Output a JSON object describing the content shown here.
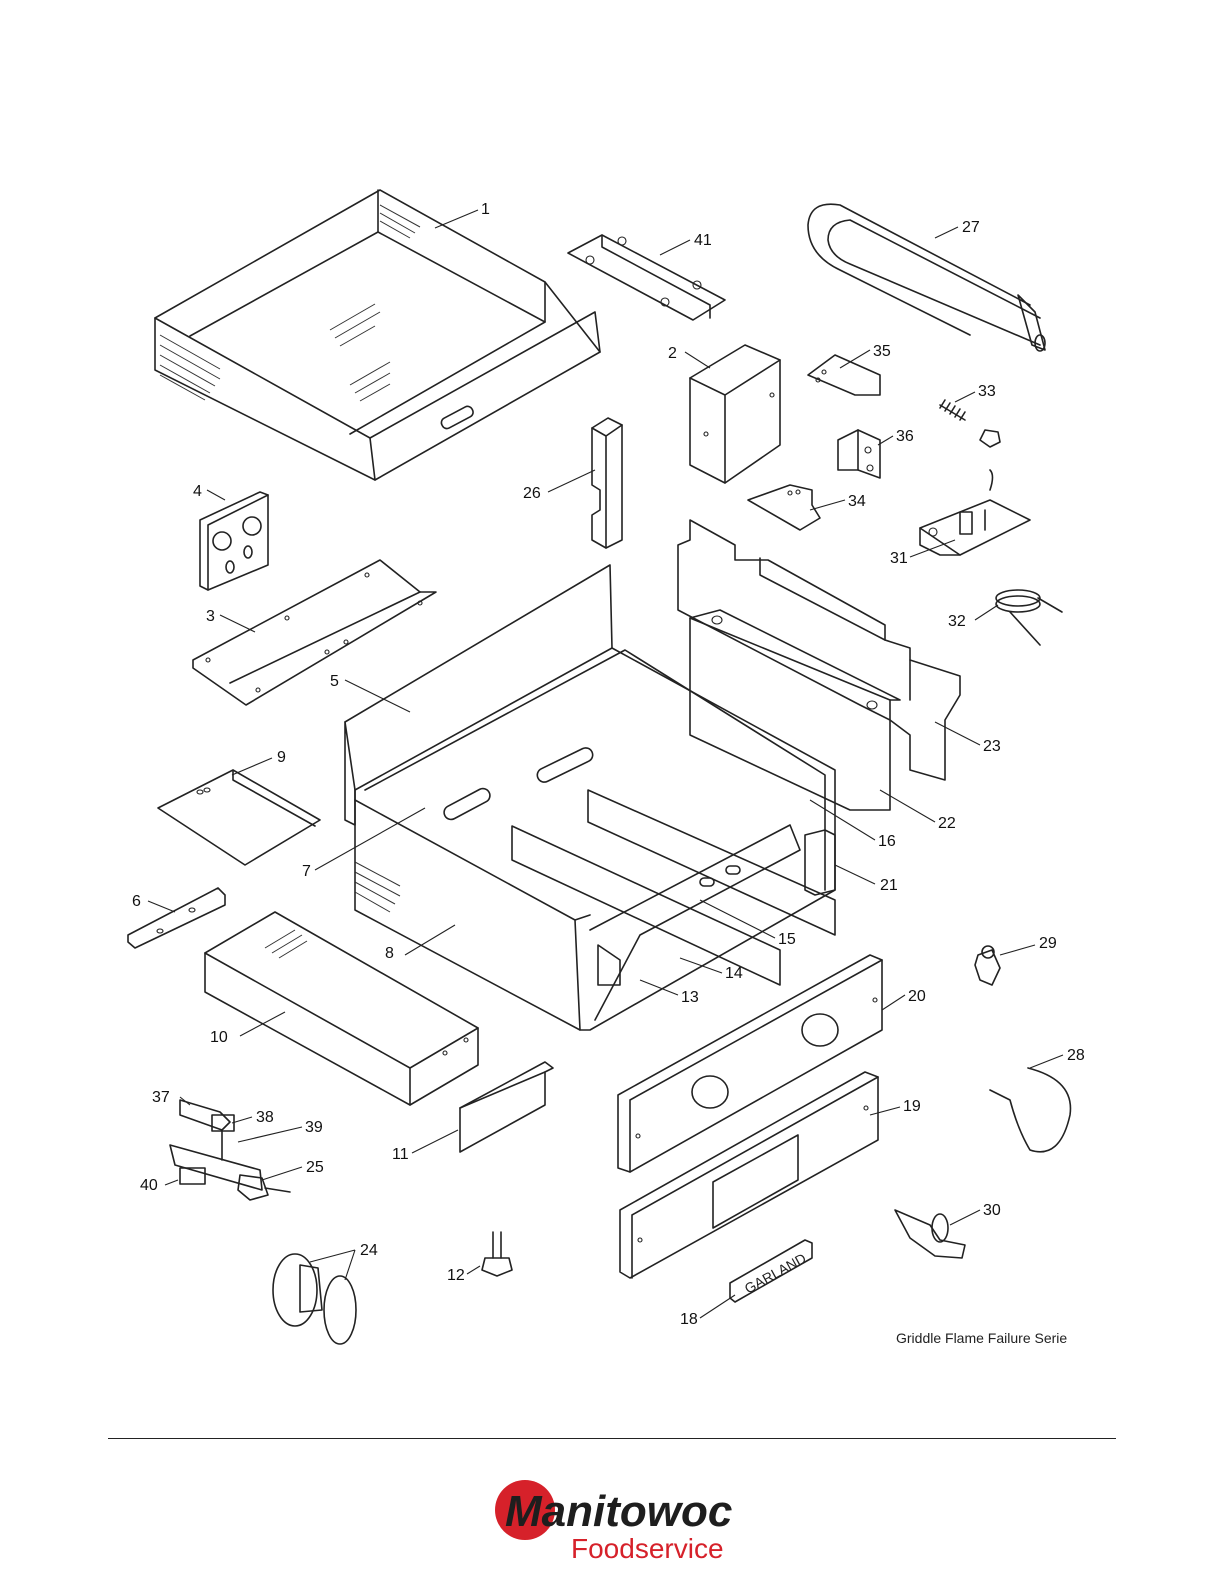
{
  "caption": "Griddle Flame Failure Serie",
  "parts": [
    {
      "id": "p1",
      "label": "1"
    },
    {
      "id": "p2",
      "label": "2"
    },
    {
      "id": "p3",
      "label": "3"
    },
    {
      "id": "p4",
      "label": "4"
    },
    {
      "id": "p5",
      "label": "5"
    },
    {
      "id": "p6",
      "label": "6"
    },
    {
      "id": "p7",
      "label": "7"
    },
    {
      "id": "p8",
      "label": "8"
    },
    {
      "id": "p9",
      "label": "9"
    },
    {
      "id": "p10",
      "label": "10"
    },
    {
      "id": "p11",
      "label": "11"
    },
    {
      "id": "p12",
      "label": "12"
    },
    {
      "id": "p13",
      "label": "13"
    },
    {
      "id": "p14",
      "label": "14"
    },
    {
      "id": "p15",
      "label": "15"
    },
    {
      "id": "p16",
      "label": "16"
    },
    {
      "id": "p18",
      "label": "18"
    },
    {
      "id": "p19",
      "label": "19"
    },
    {
      "id": "p20",
      "label": "20"
    },
    {
      "id": "p21",
      "label": "21"
    },
    {
      "id": "p22",
      "label": "22"
    },
    {
      "id": "p23",
      "label": "23"
    },
    {
      "id": "p24",
      "label": "24"
    },
    {
      "id": "p25",
      "label": "25"
    },
    {
      "id": "p26",
      "label": "26"
    },
    {
      "id": "p27",
      "label": "27"
    },
    {
      "id": "p28",
      "label": "28"
    },
    {
      "id": "p29",
      "label": "29"
    },
    {
      "id": "p30",
      "label": "30"
    },
    {
      "id": "p31",
      "label": "31"
    },
    {
      "id": "p32",
      "label": "32"
    },
    {
      "id": "p33",
      "label": "33"
    },
    {
      "id": "p34",
      "label": "34"
    },
    {
      "id": "p35",
      "label": "35"
    },
    {
      "id": "p36",
      "label": "36"
    },
    {
      "id": "p37",
      "label": "37"
    },
    {
      "id": "p38",
      "label": "38"
    },
    {
      "id": "p39",
      "label": "39"
    },
    {
      "id": "p40",
      "label": "40"
    },
    {
      "id": "p41",
      "label": "41"
    }
  ],
  "nameplate_text": "GARLAND",
  "logo": {
    "brand": "Manitowoc",
    "sub": "Foodservice",
    "brand_color": "#d6212a",
    "text_color": "#1e1e1e"
  }
}
